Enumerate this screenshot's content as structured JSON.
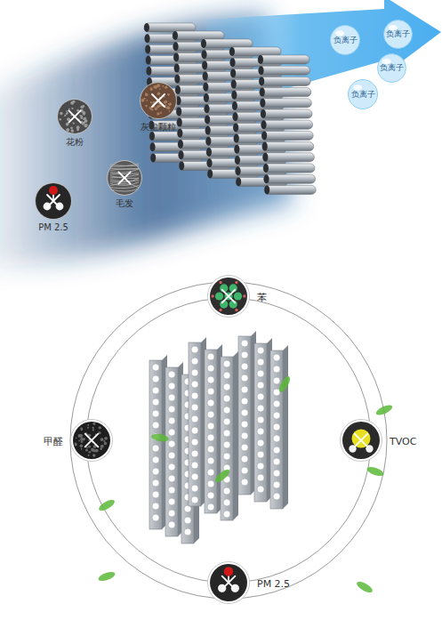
{
  "diagram": {
    "nodes": [
      {
        "text": [
          "负离子"
        ]
      },
      {
        "text": [
          "负离子"
        ]
      },
      {
        "text": [
          "负离子"
        ]
      },
      {
        "text": [
          "负离子"
        ]
      },
      {
        "text": [
          "灰尘颗粒"
        ]
      },
      {
        "text": [
          "花粉"
        ]
      },
      {
        "text": [
          "毛发"
        ]
      },
      {
        "text": [
          "PM 2.5"
        ]
      },
      {
        "text": [
          "苯"
        ]
      },
      {
        "text": [
          "甲醛"
        ]
      },
      {
        "text": [
          "TVOC"
        ]
      },
      {
        "text": [
          "PM 2.5"
        ]
      }
    ]
  }
}
